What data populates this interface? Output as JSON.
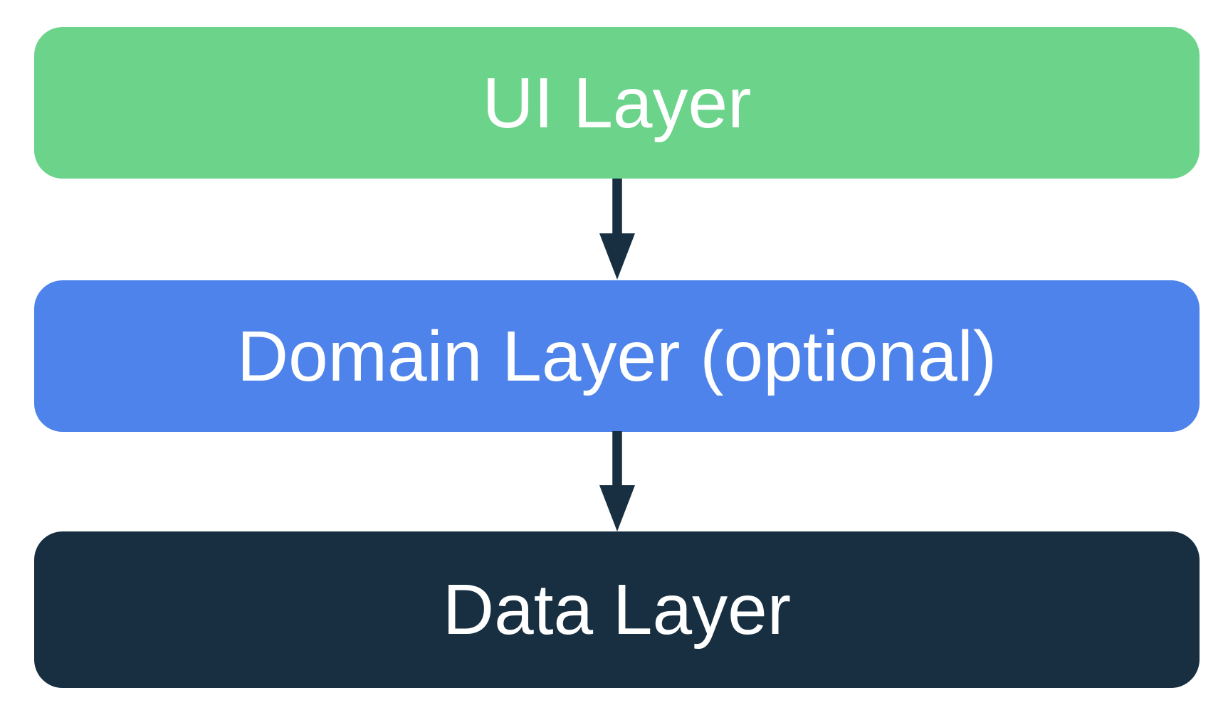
{
  "diagram": {
    "background_color": "#FFFFFF",
    "arrow_color": "#172F40",
    "text_color": "#FFFFFF",
    "layers": [
      {
        "label": "UI Layer",
        "color": "#6CD38B"
      },
      {
        "label": "Domain Layer (optional)",
        "color": "#4D83EA"
      },
      {
        "label": "Data Layer",
        "color": "#172F40"
      }
    ],
    "edges": [
      {
        "from": "UI Layer",
        "to": "Domain Layer (optional)"
      },
      {
        "from": "Domain Layer (optional)",
        "to": "Data Layer"
      }
    ]
  }
}
